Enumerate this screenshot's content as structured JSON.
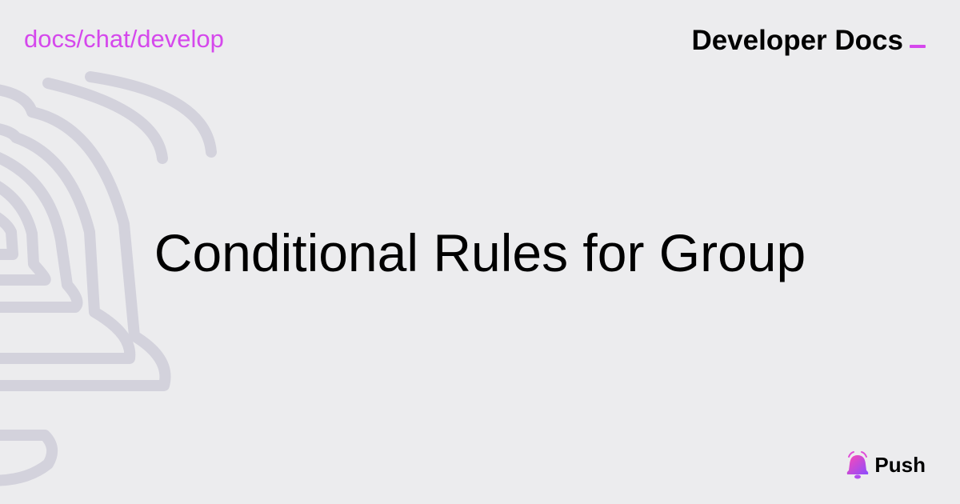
{
  "breadcrumb": {
    "path": "docs/chat/develop"
  },
  "header": {
    "brand_label": "Developer Docs"
  },
  "main": {
    "title": "Conditional Rules for Group"
  },
  "logo": {
    "name": "Push",
    "icon": "bell-icon"
  },
  "colors": {
    "background": "#ececee",
    "accent": "#d548ec",
    "decoration": "#d3d2dc",
    "text": "#000000"
  }
}
